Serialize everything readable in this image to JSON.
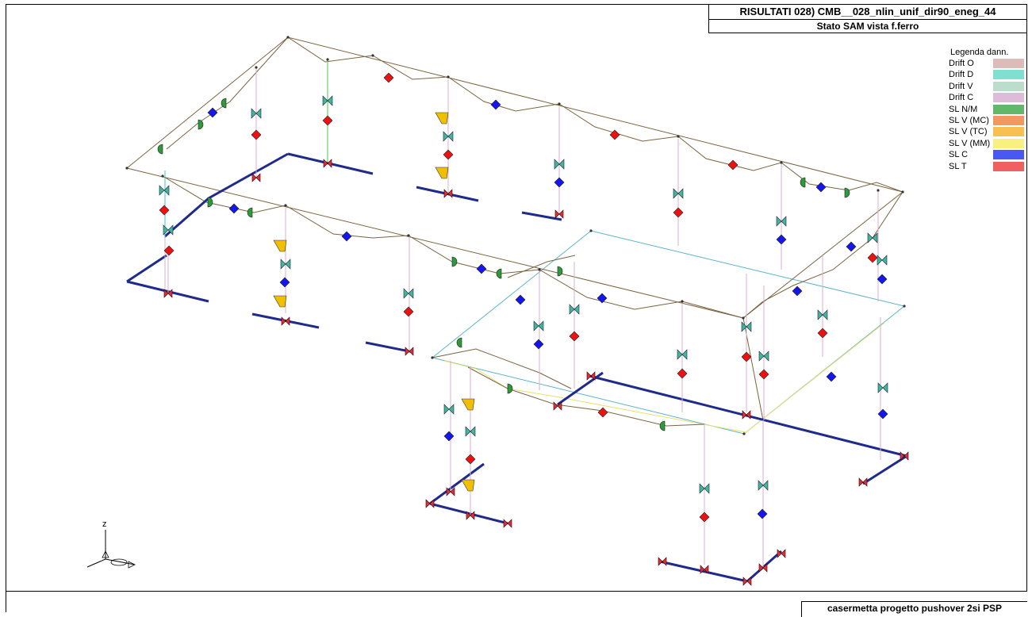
{
  "header": {
    "title": "RISULTATI   028) CMB__028_nlin_unif_dir90_eneg_44",
    "subtitle": "Stato SAM vista f.ferro"
  },
  "footer": {
    "project": "casermetta progetto pushover 2si PSP"
  },
  "legend": {
    "title": "Legenda dann.",
    "items": [
      {
        "label": "Drift O",
        "color": "#dcbcb8"
      },
      {
        "label": "Drift D",
        "color": "#80e0d0"
      },
      {
        "label": "Drift V",
        "color": "#bcdccc"
      },
      {
        "label": "Drift C",
        "color": "#dcbcd8"
      },
      {
        "label": "SL N/M",
        "color": "#60b868"
      },
      {
        "label": "SL V (MC)",
        "color": "#f09860"
      },
      {
        "label": "SL V (TC)",
        "color": "#f8c050"
      },
      {
        "label": "SL V (MM)",
        "color": "#f8f080"
      },
      {
        "label": "SL C",
        "color": "#4858f0"
      },
      {
        "label": "SL T",
        "color": "#f06060"
      }
    ]
  },
  "axes_gizmo": {
    "label": "z"
  },
  "colors": {
    "beam": "#7a6440",
    "foundation": "#1e2a8c",
    "slab": "#5ab4c8",
    "slab_yellow": "#e8e070",
    "diamond_red": "#ee1111",
    "diamond_blue": "#1515ee",
    "bowtie": "#40b890",
    "semicircle": "#2f9a3a",
    "trapezoid": "#f0c000",
    "column": "#d8b0c8"
  }
}
